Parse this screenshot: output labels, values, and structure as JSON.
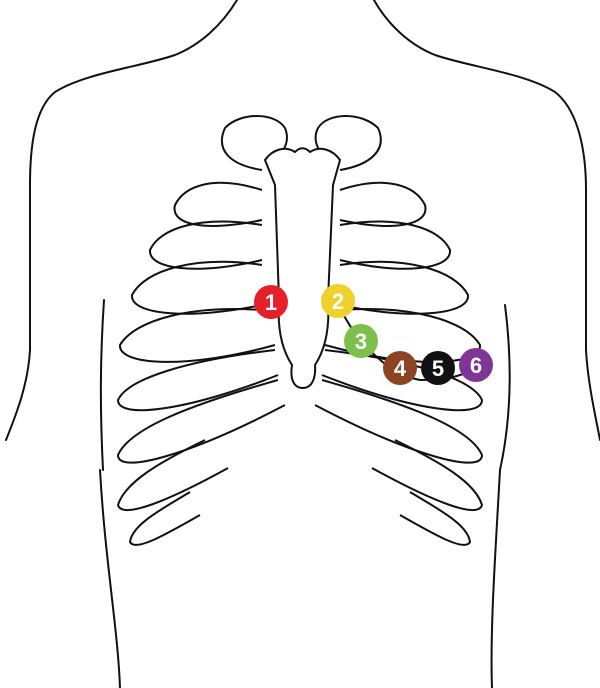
{
  "electrodes": [
    {
      "label": "1",
      "color": "#e5202a"
    },
    {
      "label": "2",
      "color": "#f2d02b"
    },
    {
      "label": "3",
      "color": "#7cbf4a"
    },
    {
      "label": "4",
      "color": "#8b4522"
    },
    {
      "label": "5",
      "color": "#111111"
    },
    {
      "label": "6",
      "color": "#7e3595"
    }
  ]
}
